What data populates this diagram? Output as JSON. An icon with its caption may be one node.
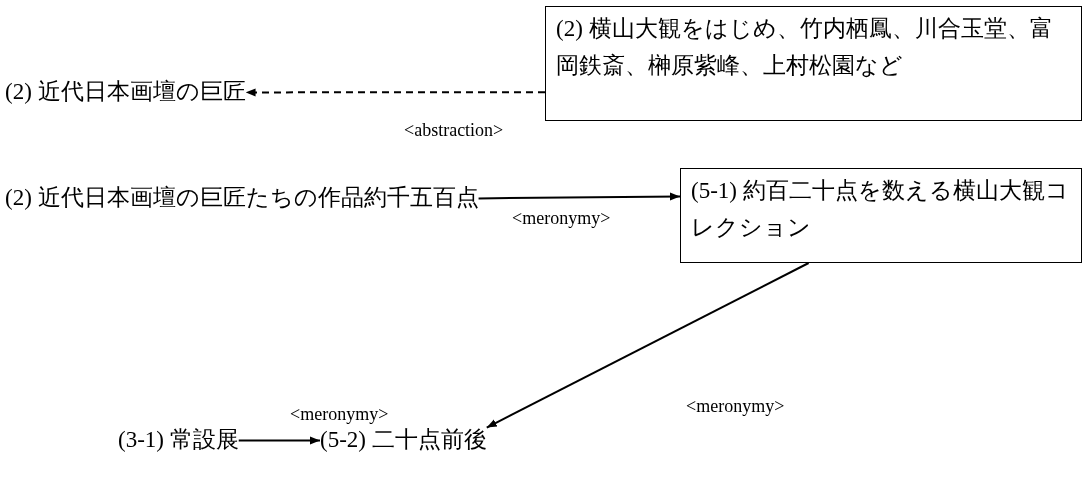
{
  "diagram": {
    "nodes": [
      {
        "text": [
          "(2) 近代日本画壇の巨匠"
        ]
      },
      {
        "text": [
          "(2) 横山大観をはじめ、竹内栖鳳、川合玉堂、富岡鉄斎、榊原紫峰、上村松園など"
        ]
      },
      {
        "text": [
          "(2) 近代日本画壇の巨匠たちの作品約千五百点"
        ]
      },
      {
        "text": [
          "(5-1) 約百二十点を数える横山大観コレクション"
        ]
      },
      {
        "text": [
          "(3-1) 常設展"
        ]
      },
      {
        "text": [
          "(5-2) 二十点前後"
        ]
      }
    ],
    "edges": [
      {
        "from": 1,
        "to": 0,
        "arrow": "to",
        "style": "dashed",
        "label": "<abstraction>"
      },
      {
        "from": 2,
        "to": 3,
        "arrow": "to",
        "label": "<meronymy>"
      },
      {
        "from": 3,
        "to": 5,
        "arrow": "to",
        "label": "<meronymy>"
      },
      {
        "from": 4,
        "to": 5,
        "arrow": "to",
        "label": "<meronymy>"
      }
    ]
  }
}
